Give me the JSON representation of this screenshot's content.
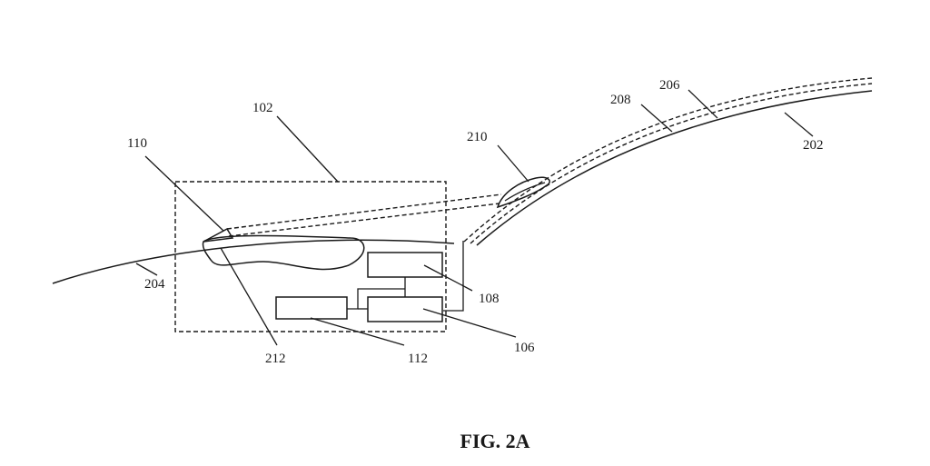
{
  "figure": {
    "caption": "FIG. 2A",
    "labels": {
      "r102": "102",
      "r106": "106",
      "r108": "108",
      "r110": "110",
      "r112": "112",
      "r202": "202",
      "r204": "204",
      "r206": "206",
      "r208": "208",
      "r210": "210",
      "r212": "212"
    }
  }
}
